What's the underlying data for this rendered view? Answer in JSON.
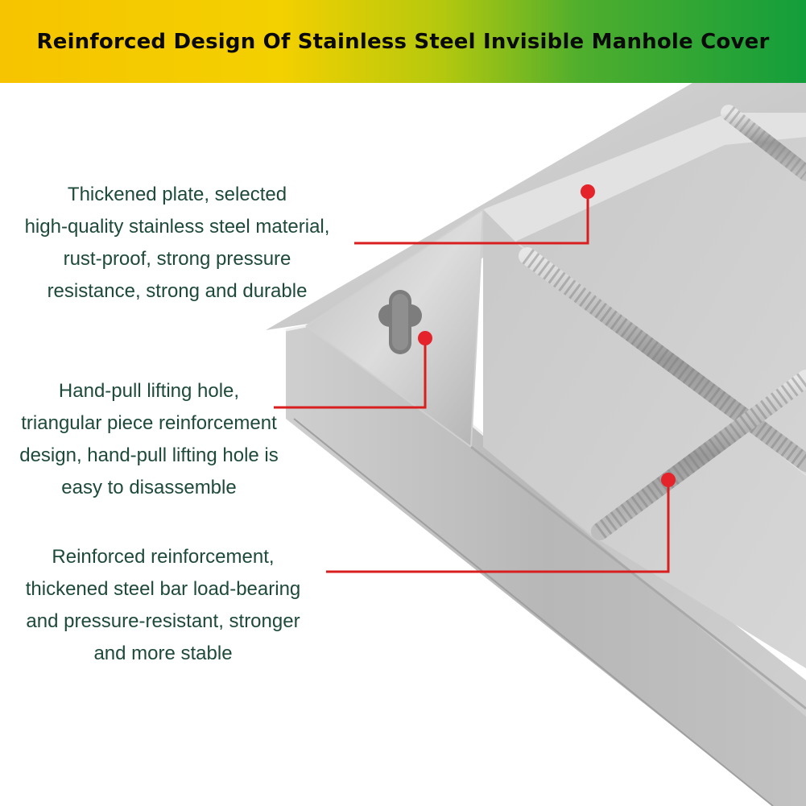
{
  "banner": {
    "title": "Reinforced Design Of Stainless Steel Invisible Manhole Cover",
    "gradient": [
      "#f6c400",
      "#f3d000",
      "#b4c80e",
      "#4fae2d",
      "#139e3b"
    ]
  },
  "callouts": [
    {
      "lines": [
        "Thickened plate, selected",
        "high-quality stainless steel material,",
        "rust-proof, strong pressure",
        "resistance, strong and durable"
      ]
    },
    {
      "lines": [
        "Hand-pull lifting hole,",
        "triangular piece reinforcement",
        "design, hand-pull lifting hole is",
        "easy to disassemble"
      ]
    },
    {
      "lines": [
        "Reinforced reinforcement,",
        "thickened steel bar load-bearing",
        "and pressure-resistant, stronger",
        "and more stable"
      ]
    }
  ],
  "colors": {
    "text": "#1e4a3a",
    "leader": "#d81e1e",
    "steel": "#c9c9c9"
  }
}
